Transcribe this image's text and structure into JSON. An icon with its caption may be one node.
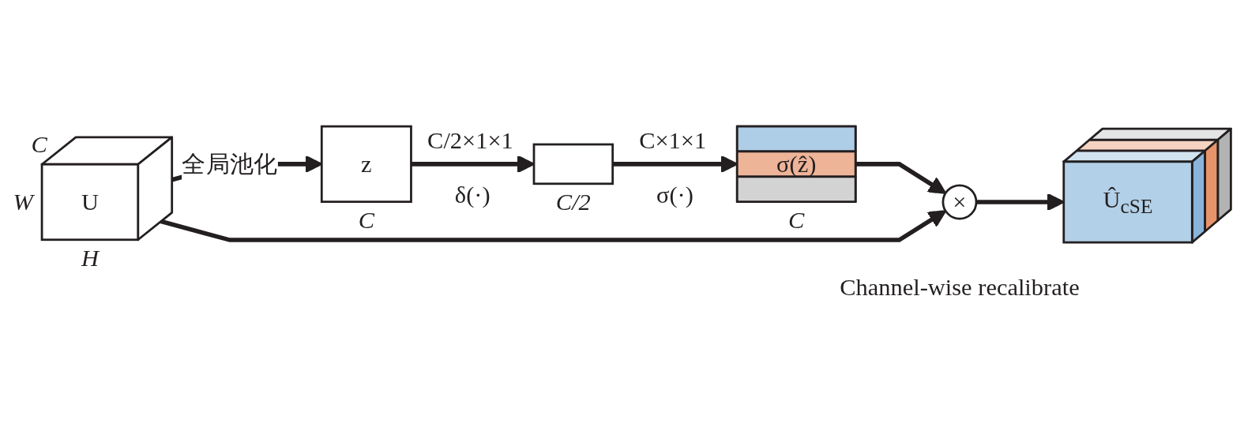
{
  "diagram": {
    "nodes": [
      {
        "text": [
          "U"
        ],
        "beside": [
          "C",
          "W",
          "H"
        ]
      },
      {
        "text": [
          "z"
        ],
        "beside": [
          "C"
        ]
      },
      {
        "text": [],
        "shape": "box",
        "beside": [
          "C/2"
        ]
      },
      {
        "text": [
          "σ(ẑ)"
        ],
        "beside": [
          "C"
        ]
      },
      {
        "text": [
          "×"
        ],
        "beside": [
          "Channel-wise recalibrate"
        ]
      },
      {
        "text": [
          "Û$_{cSE}$"
        ]
      }
    ],
    "edges": [
      {
        "from": 0,
        "to": 1,
        "arrow": "to",
        "label": "全局池化"
      },
      {
        "from": 1,
        "to": 2,
        "arrow": "to",
        "label": "δ(·)"
      },
      {
        "from": 2,
        "to": 3,
        "arrow": "to",
        "label": "σ(·)"
      },
      {
        "from": 3,
        "to": 4,
        "arrow": "to"
      },
      {
        "from": 0,
        "to": 4,
        "arrow": "to"
      },
      {
        "from": 4,
        "to": 5,
        "arrow": "to"
      }
    ],
    "labels": [
      "C/2×1×1",
      "C×1×1"
    ]
  }
}
